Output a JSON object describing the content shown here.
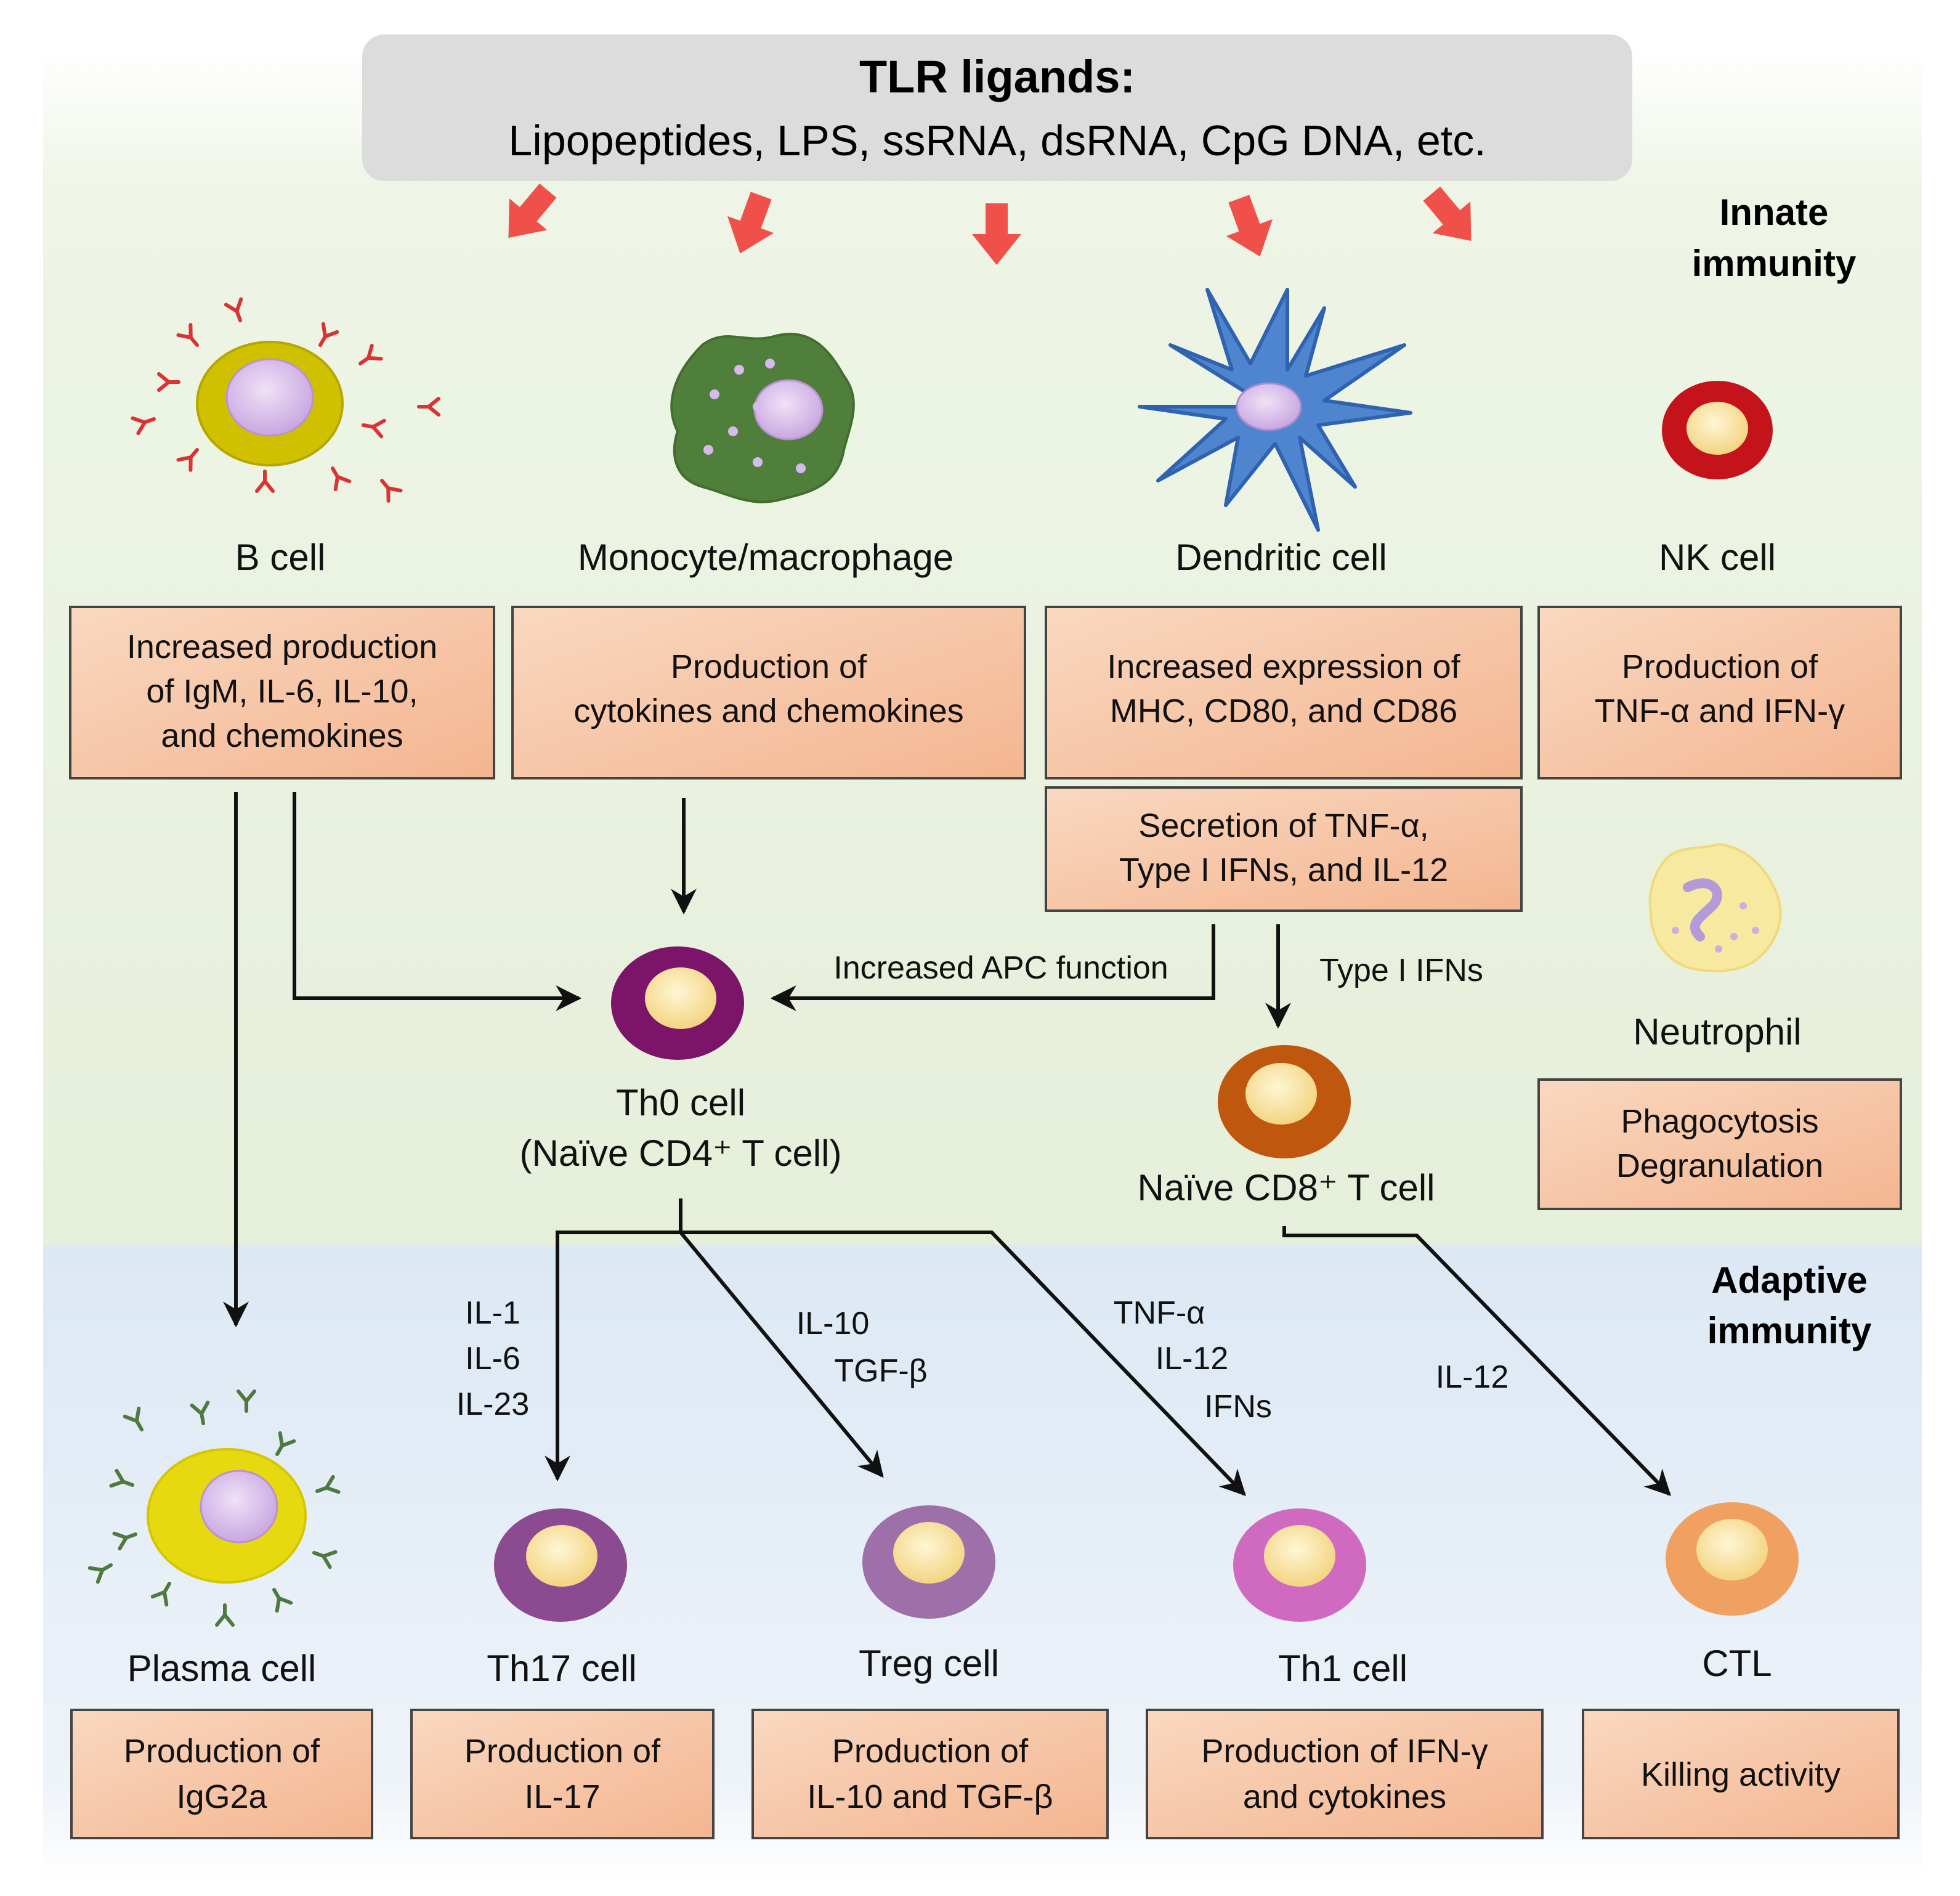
{
  "header": {
    "title": "TLR ligands:",
    "subtitle": "Lipopeptides, LPS, ssRNA, dsRNA, CpG DNA, etc."
  },
  "sections": {
    "innate_1": "Innate",
    "innate_2": "immunity",
    "adaptive_1": "Adaptive",
    "adaptive_2": "immunity"
  },
  "cells": {
    "b_cell": "B cell",
    "monocyte": "Monocyte/macrophage",
    "dendritic": "Dendritic cell",
    "nk": "NK cell",
    "neutrophil": "Neutrophil",
    "th0_1": "Th0  cell",
    "th0_2": "(Naïve  CD4⁺ T  cell)",
    "cd8": "Naïve  CD8⁺ T cell",
    "plasma": "Plasma  cell",
    "th17": "Th17  cell",
    "treg": "Treg cell",
    "th1": "Th1  cell",
    "ctl": "CTL"
  },
  "boxes": {
    "b_cell": [
      "Increased production",
      "of IgM,  IL-6,  IL-10,",
      "and chemokines"
    ],
    "monocyte": [
      "Production of",
      "cytokines and chemokines"
    ],
    "dendritic": [
      "Increased expression of",
      "MHC, CD80, and CD86"
    ],
    "dendritic_secretion": [
      "Secretion of TNF-α,",
      "Type I IFNs, and IL-12"
    ],
    "nk": [
      "Production of",
      "TNF-α  and IFN-γ"
    ],
    "neutrophil": [
      "Phagocytosis",
      "Degranulation"
    ],
    "plasma": [
      "Production of",
      "IgG2a"
    ],
    "th17": [
      "Production of",
      "IL-17"
    ],
    "treg": [
      "Production of",
      "IL-10 and TGF-β"
    ],
    "th1": [
      "Production of IFN-γ",
      "and cytokines"
    ],
    "ctl": [
      "Killing activity"
    ]
  },
  "signals": {
    "apc": "Increased APC function",
    "type1": "Type I IFNs",
    "th17": [
      "IL-1",
      "IL-6",
      "IL-23"
    ],
    "treg": [
      "IL-10",
      "TGF-β"
    ],
    "th1": [
      "TNF-α",
      "IL-12",
      "IFNs"
    ],
    "ctl": [
      "IL-12"
    ]
  },
  "colors": {
    "innate_bg": "#e8f1dc",
    "adaptive_bg": "#e2ecf6",
    "box_fill": "#f8c9a8",
    "ligand_arrow": "#f0504a"
  }
}
